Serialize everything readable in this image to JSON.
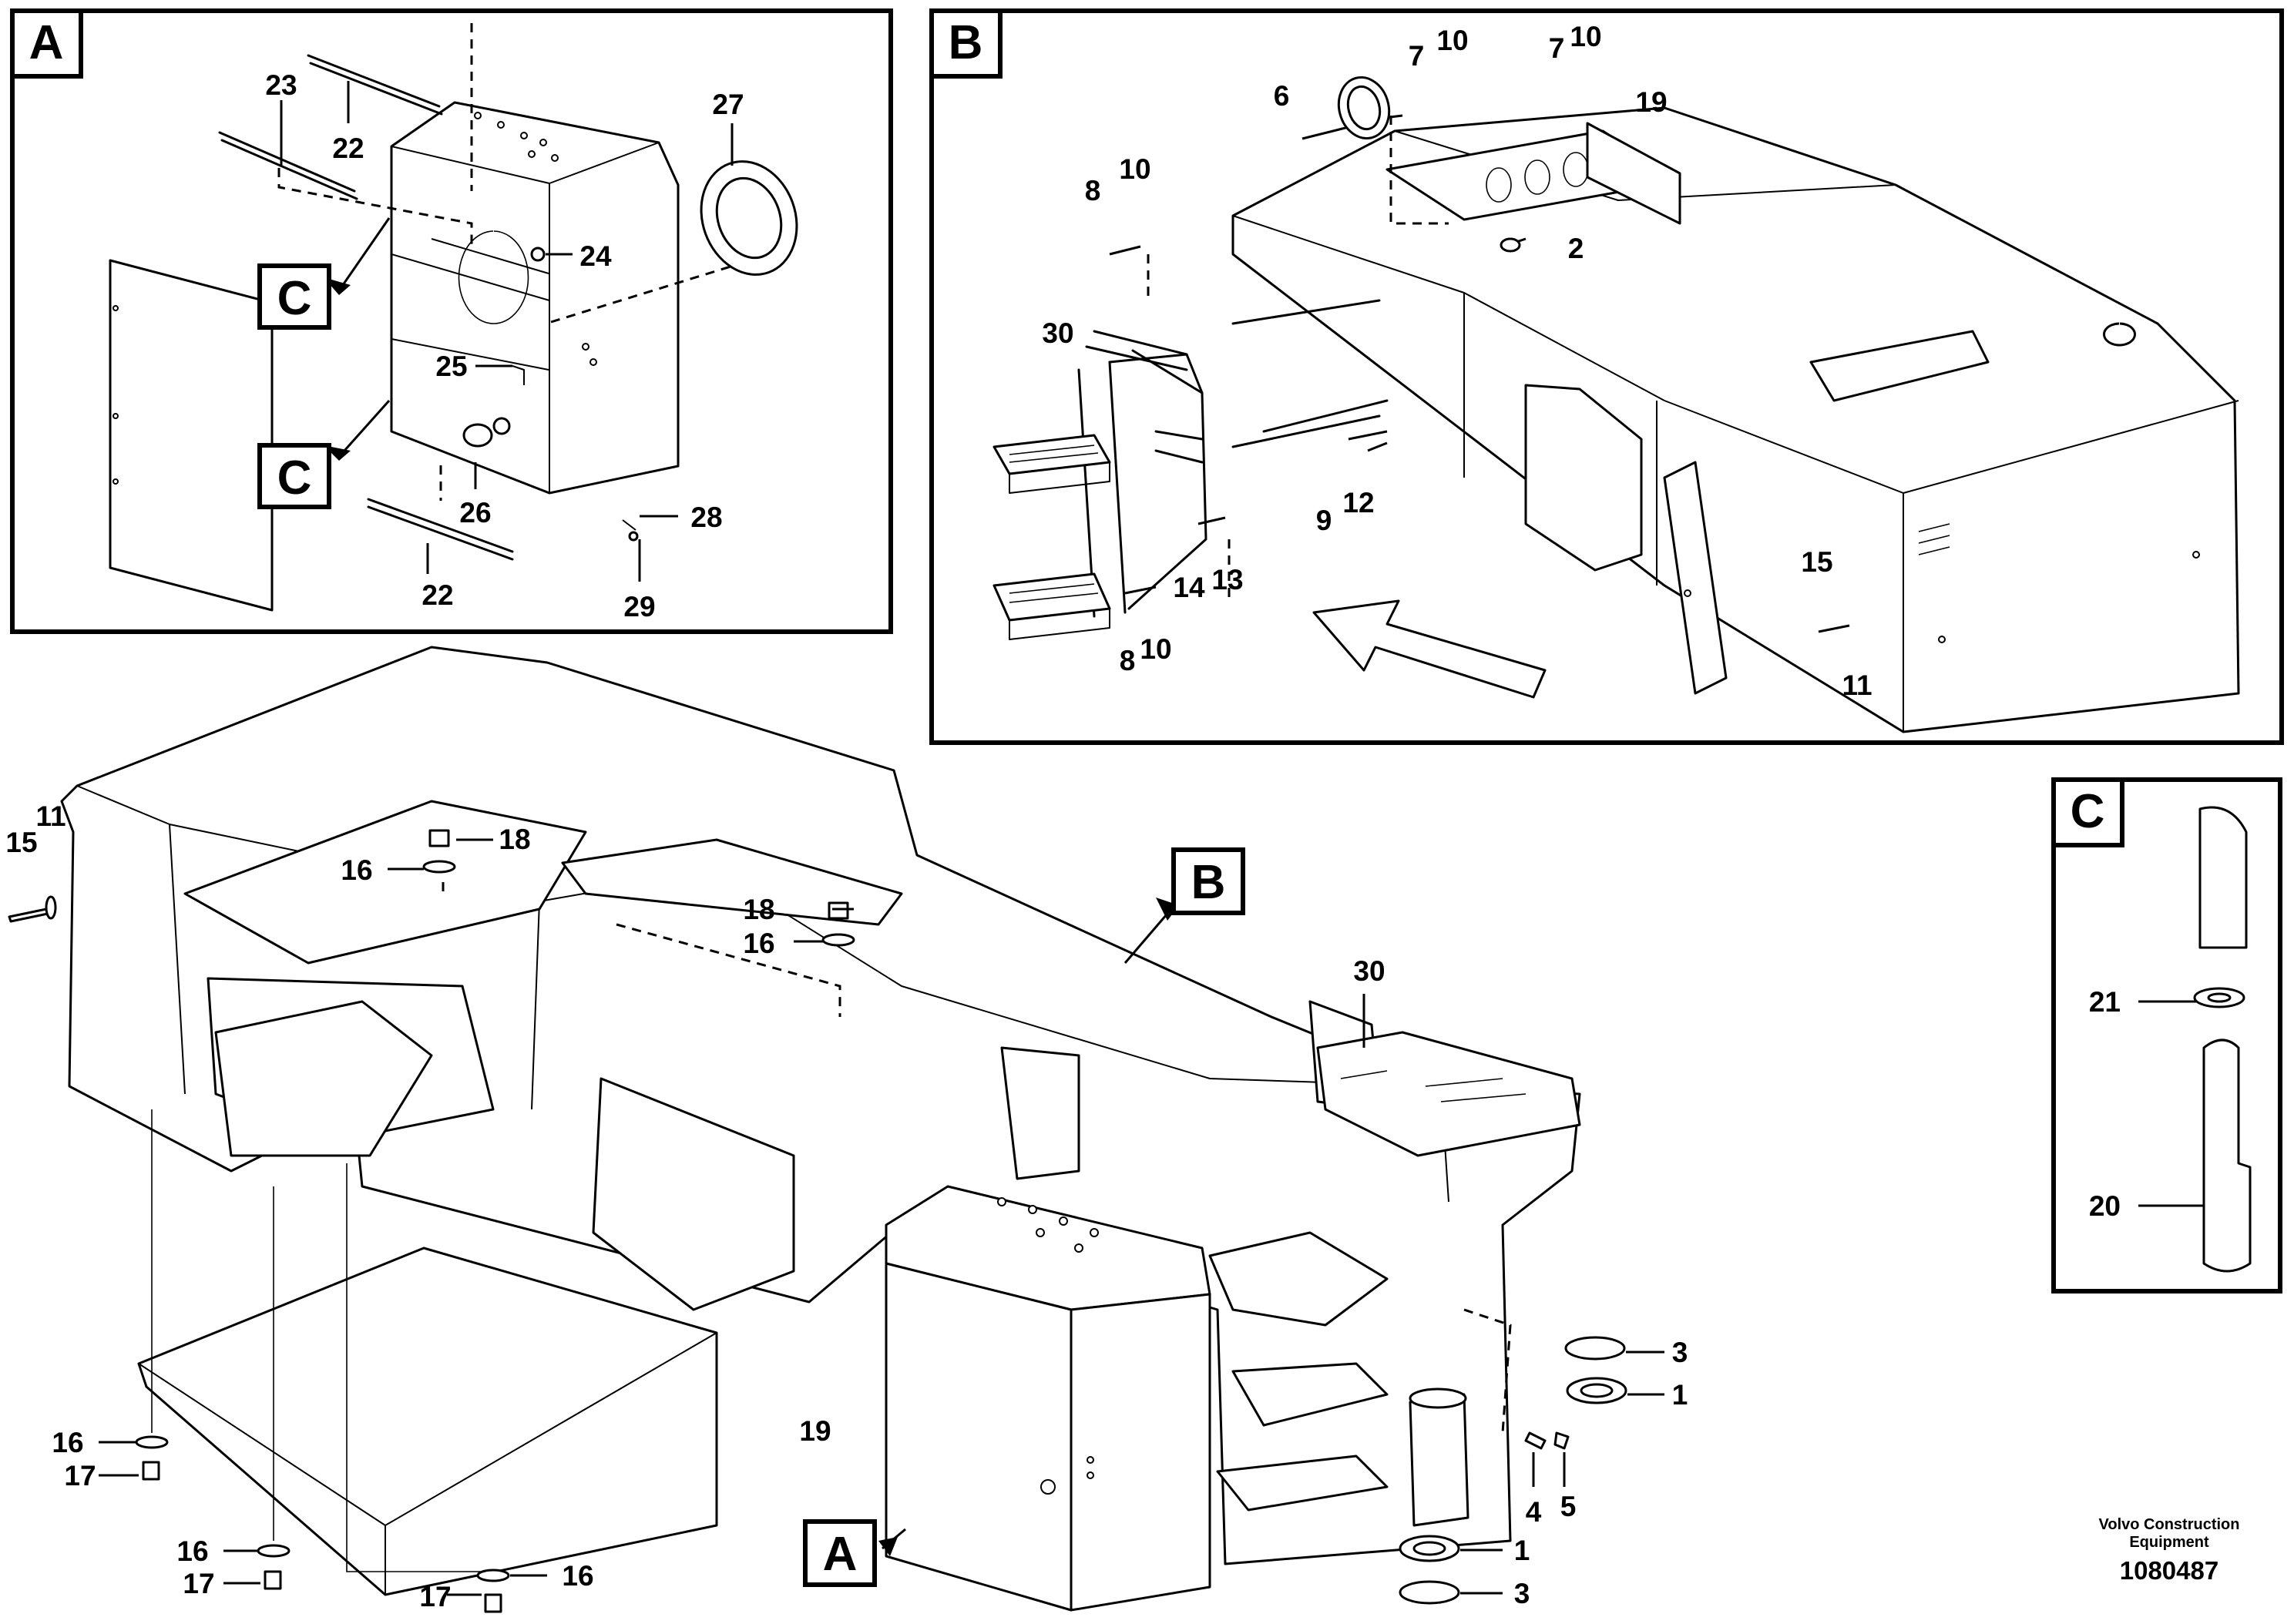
{
  "insets": {
    "a": {
      "letter": "A"
    },
    "b": {
      "letter": "B"
    },
    "c": {
      "letter": "C"
    }
  },
  "callouts": {
    "c_tag": "C",
    "b_tag": "B",
    "a_tag": "A"
  },
  "labels": {
    "a": {
      "n22_top": "22",
      "n23": "23",
      "n24": "24",
      "n25": "25",
      "n26": "26",
      "n27": "27",
      "n28": "28",
      "n29": "29",
      "n22_bottom": "22"
    },
    "b": {
      "n6": "6",
      "n7_left": "7",
      "n10_left_top": "10",
      "n7_right": "7",
      "n10_right_top": "10",
      "n19": "19",
      "n8_top": "8",
      "n10_mid": "10",
      "n2": "2",
      "n30": "30",
      "n9": "9",
      "n12": "12",
      "n14": "14",
      "n13": "13",
      "n8_bottom": "8",
      "n10_bottom": "10",
      "n15": "15",
      "n11": "11"
    },
    "c": {
      "n21": "21",
      "n20": "20"
    },
    "main": {
      "n15": "15",
      "n11": "11",
      "n16_a": "16",
      "n18_a": "18",
      "n18_b": "18",
      "n16_b": "16",
      "n30": "30",
      "n3_top": "3",
      "n1_top": "1",
      "n19": "19",
      "n4": "4",
      "n5": "5",
      "n16_c": "16",
      "n17_a": "17",
      "n16_d": "16",
      "n17_b": "17",
      "n16_e": "16",
      "n17_c": "17",
      "n1_bottom": "1",
      "n3_bottom": "3"
    }
  },
  "footer": {
    "brand_line1": "Volvo Construction",
    "brand_line2": "Equipment",
    "drawing_number": "1080487"
  }
}
